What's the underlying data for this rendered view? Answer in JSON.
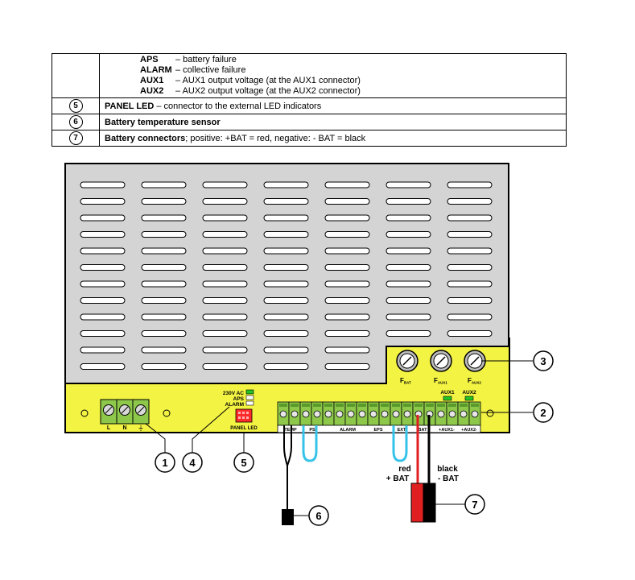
{
  "table": {
    "signals": [
      {
        "key": "APS",
        "desc": "– battery failure"
      },
      {
        "key": "ALARM",
        "desc": "– collective failure"
      },
      {
        "key": "AUX1",
        "desc": "– AUX1 output voltage (at the AUX1 connector)"
      },
      {
        "key": "AUX2",
        "desc": "– AUX2 output voltage (at the AUX2 connector)"
      }
    ],
    "rows": [
      {
        "num": "5",
        "bold": "PANEL LED",
        "rest": " – connector to the external LED indicators"
      },
      {
        "num": "6",
        "bold": "Battery temperature sensor",
        "rest": ""
      },
      {
        "num": "7",
        "bold": "Battery connectors",
        "rest": "; positive: +BAT = red, negative: - BAT = black"
      }
    ]
  },
  "diagram": {
    "mains_terminal": {
      "l": "L",
      "n": "N",
      "earth": "⏚"
    },
    "indicators": {
      "ac": "230V AC",
      "aps": "APS",
      "alarm": "ALARM",
      "panel_led": "PANEL LED"
    },
    "fuses": [
      {
        "main": "F",
        "sub": "BAT"
      },
      {
        "main": "F",
        "sub": "AUX1"
      },
      {
        "main": "F",
        "sub": "AUX2"
      }
    ],
    "aux_led_labels": [
      "AUX1",
      "AUX2"
    ],
    "strip_labels": {
      "temp": "TEMP",
      "ps": "PS",
      "alarm": "ALARM",
      "eps": "EPS",
      "ext": "EXT",
      "bat": "BAT",
      "aux1": "+AUX1-",
      "aux2": "+AUX2-"
    },
    "wires": {
      "red_line1": "red",
      "red_line2": "+ BAT",
      "black_line1": "black",
      "black_line2": "- BAT"
    },
    "callouts": [
      "1",
      "2",
      "3",
      "4",
      "5",
      "6",
      "7"
    ],
    "colors": {
      "board": "#f3f344",
      "vent": "#d4d4d4",
      "led_green": "#25c425",
      "connector_red": "#ff2a2a",
      "loop_blue": "#36c3e8",
      "wire_red": "#e02020",
      "terminal_green": "#8ec84a"
    }
  }
}
